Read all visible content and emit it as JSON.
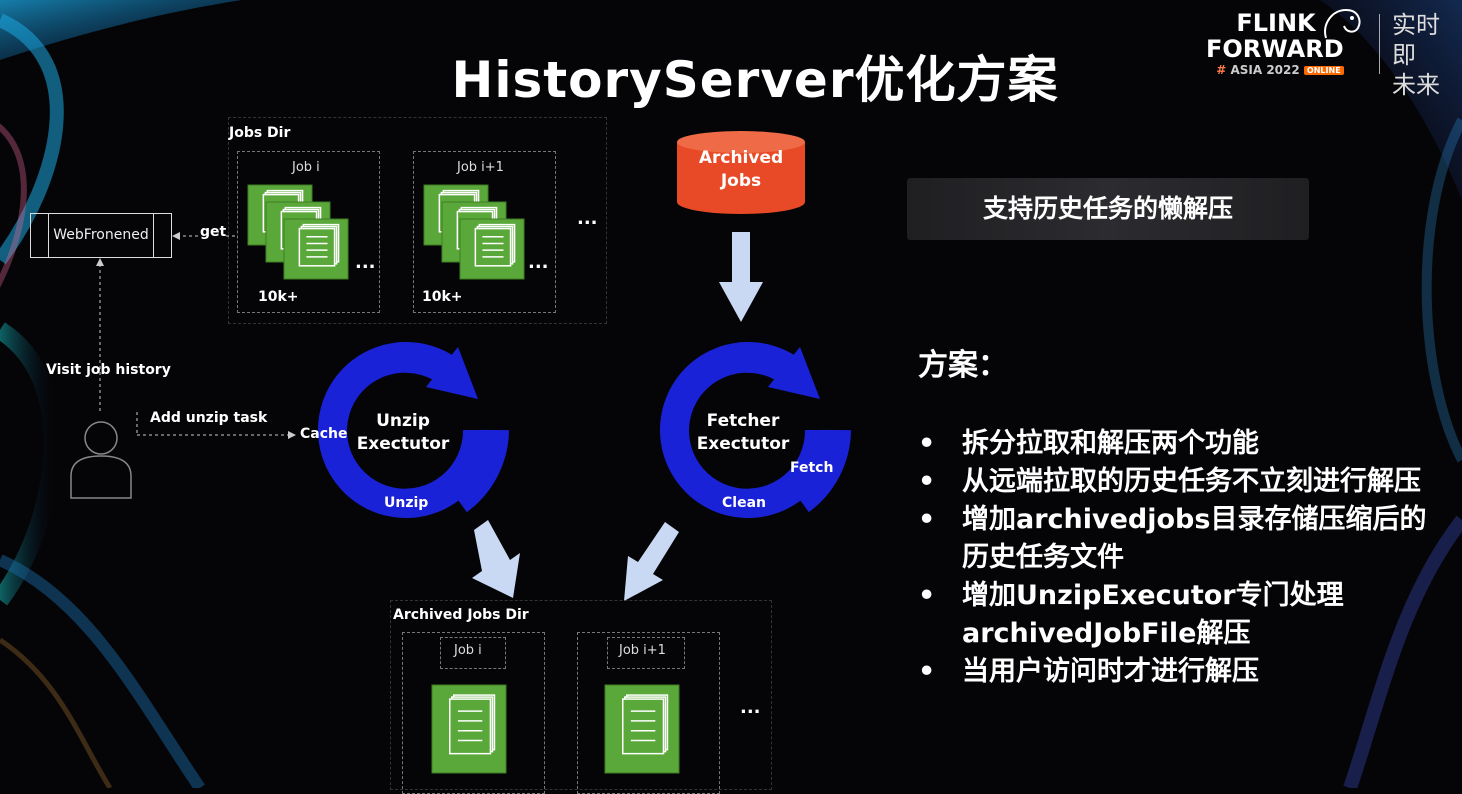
{
  "title": "HistoryServer优化方案",
  "logo": {
    "line1": "FLINK",
    "line2": "FORWARD",
    "hash": "#",
    "asia": "ASIA 2022",
    "online": "ONLINE",
    "cn_line1": "实时即",
    "cn_line2": "未来"
  },
  "diagram": {
    "jobs_dir": "Jobs Dir",
    "job_i": "Job i",
    "job_i1": "Job i+1",
    "count": "10k+",
    "ellipsis": "...",
    "archived_jobs": [
      "Archived",
      "Jobs"
    ],
    "webfront": "WebFronened",
    "get": "get",
    "visit": "Visit job history",
    "add_unzip": "Add unzip task",
    "unzip_exec": [
      "Unzip",
      "Exectutor"
    ],
    "fetcher_exec": [
      "Fetcher",
      "Exectutor"
    ],
    "cache": "Cache",
    "unzip": "Unzip",
    "fetch": "Fetch",
    "clean": "Clean",
    "archived_dir": "Archived Jobs Dir",
    "job_i_b": "Job i",
    "job_i1_b": "Job i+1"
  },
  "banner": "支持历史任务的懒解压",
  "plan": {
    "heading": "方案：",
    "bullet": "•",
    "items": [
      "拆分拉取和解压两个功能",
      "从远端拉取的历史任务不立刻进行解压",
      "增加archivedjobs目录存储压缩后的历史任务文件",
      "增加UnzipExecutor专门处理archivedJobFile解压",
      "当用户访问时才进行解压"
    ]
  },
  "colors": {
    "arc_blue": "#1a22d8",
    "doc_green": "#5aa83a",
    "db_red": "#e84a27",
    "arrow_blue": "#c9d9f3"
  }
}
